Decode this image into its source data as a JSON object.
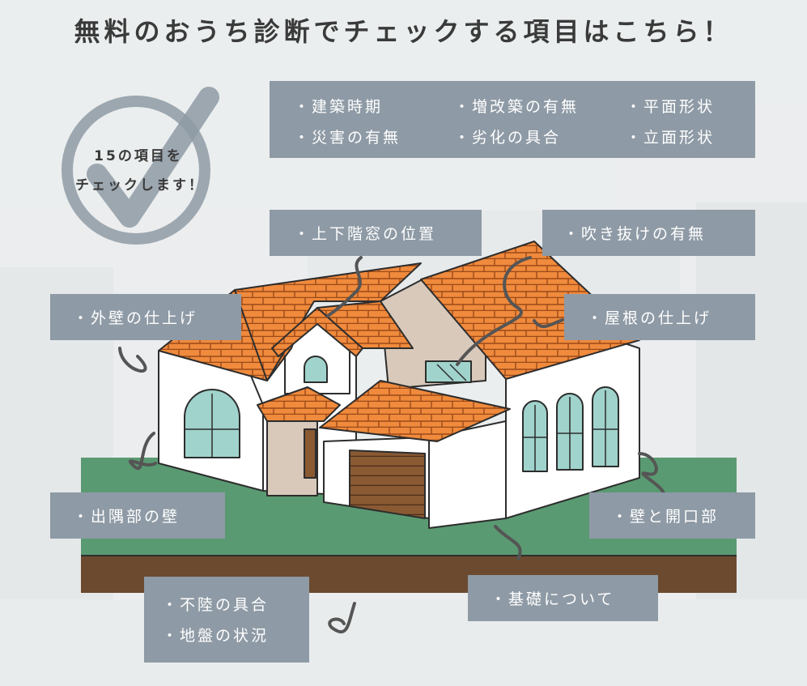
{
  "title": "無料のおうち診断でチェックする項目はこちら！",
  "badge": {
    "line1": "15の項目を",
    "line2": "チェックします！"
  },
  "top_box": {
    "col1": [
      "・建築時期",
      "・災害の有無"
    ],
    "col2": [
      "・増改築の有無",
      "・劣化の具合"
    ],
    "col3": [
      "・平面形状",
      "・立面形状"
    ]
  },
  "labels": {
    "upper_window": "・上下階窓の位置",
    "atrium": "・吹き抜けの有無",
    "exterior_wall": "・外壁の仕上げ",
    "roof": "・屋根の仕上げ",
    "corner_wall": "・出隅部の壁",
    "wall_opening": "・壁と開口部",
    "foundation": "・基礎について",
    "ground": [
      "・不陸の具合",
      "・地盤の状況"
    ]
  },
  "colors": {
    "label_bg": "#8e9aa5",
    "roof": "#f08a3c",
    "lawn": "#5a9a72",
    "soil": "#6b4a30",
    "window": "#9fd3cc"
  }
}
